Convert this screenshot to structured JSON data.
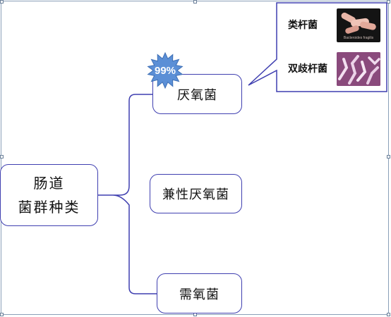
{
  "root": {
    "line1": "肠道",
    "line2": "菌群种类"
  },
  "branches": [
    {
      "label": "厌氧菌"
    },
    {
      "label": "兼性厌氧菌"
    },
    {
      "label": "需氧菌"
    }
  ],
  "badge": {
    "text": "99%"
  },
  "callout": {
    "items": [
      {
        "label": "类杆菌",
        "image_caption": "Bacteroides fragilis"
      },
      {
        "label": "双歧杆菌"
      }
    ]
  },
  "colors": {
    "node_border": "#3f3fb0",
    "connector": "#3f3fb0",
    "badge_fill": "#5b8fd6"
  }
}
